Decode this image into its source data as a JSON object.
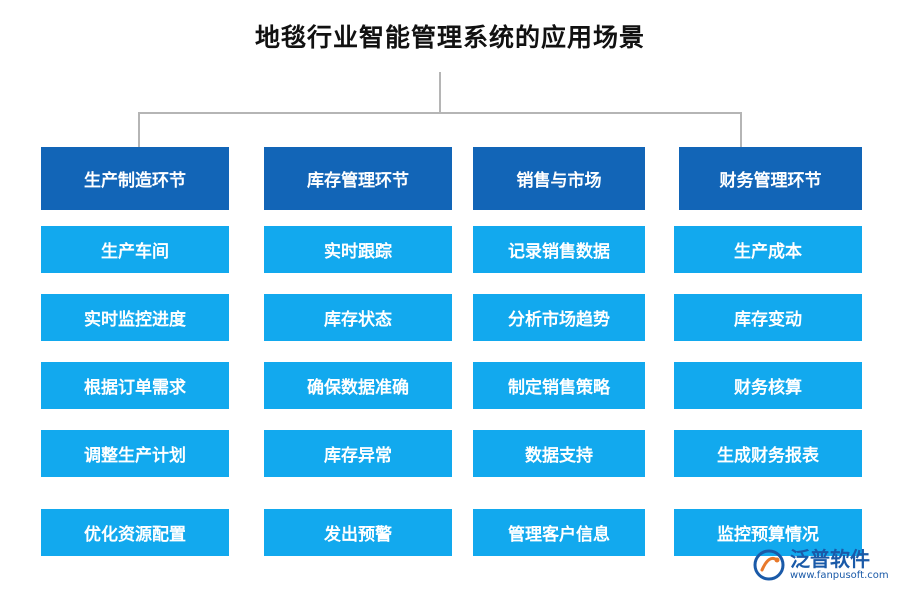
{
  "title": "地毯行业智能管理系统的应用场景",
  "columns": [
    {
      "header": "生产制造环节",
      "items": [
        "生产车间",
        "实时监控进度",
        "根据订单需求",
        "调整生产计划",
        "优化资源配置"
      ]
    },
    {
      "header": "库存管理环节",
      "items": [
        "实时跟踪",
        "库存状态",
        "确保数据准确",
        "库存异常",
        "发出预警"
      ]
    },
    {
      "header": "销售与市场",
      "items": [
        "记录销售数据",
        "分析市场趋势",
        "制定销售策略",
        "数据支持",
        "管理客户信息"
      ]
    },
    {
      "header": "财务管理环节",
      "items": [
        "生产成本",
        "库存变动",
        "财务核算",
        "生成财务报表",
        "监控预算情况"
      ]
    }
  ],
  "watermark": {
    "name": "泛普软件",
    "url": "www.fanpusoft.com"
  },
  "colors": {
    "header": "#1265b7",
    "item": "#12a9ee",
    "connector": "#b5b5b5"
  }
}
